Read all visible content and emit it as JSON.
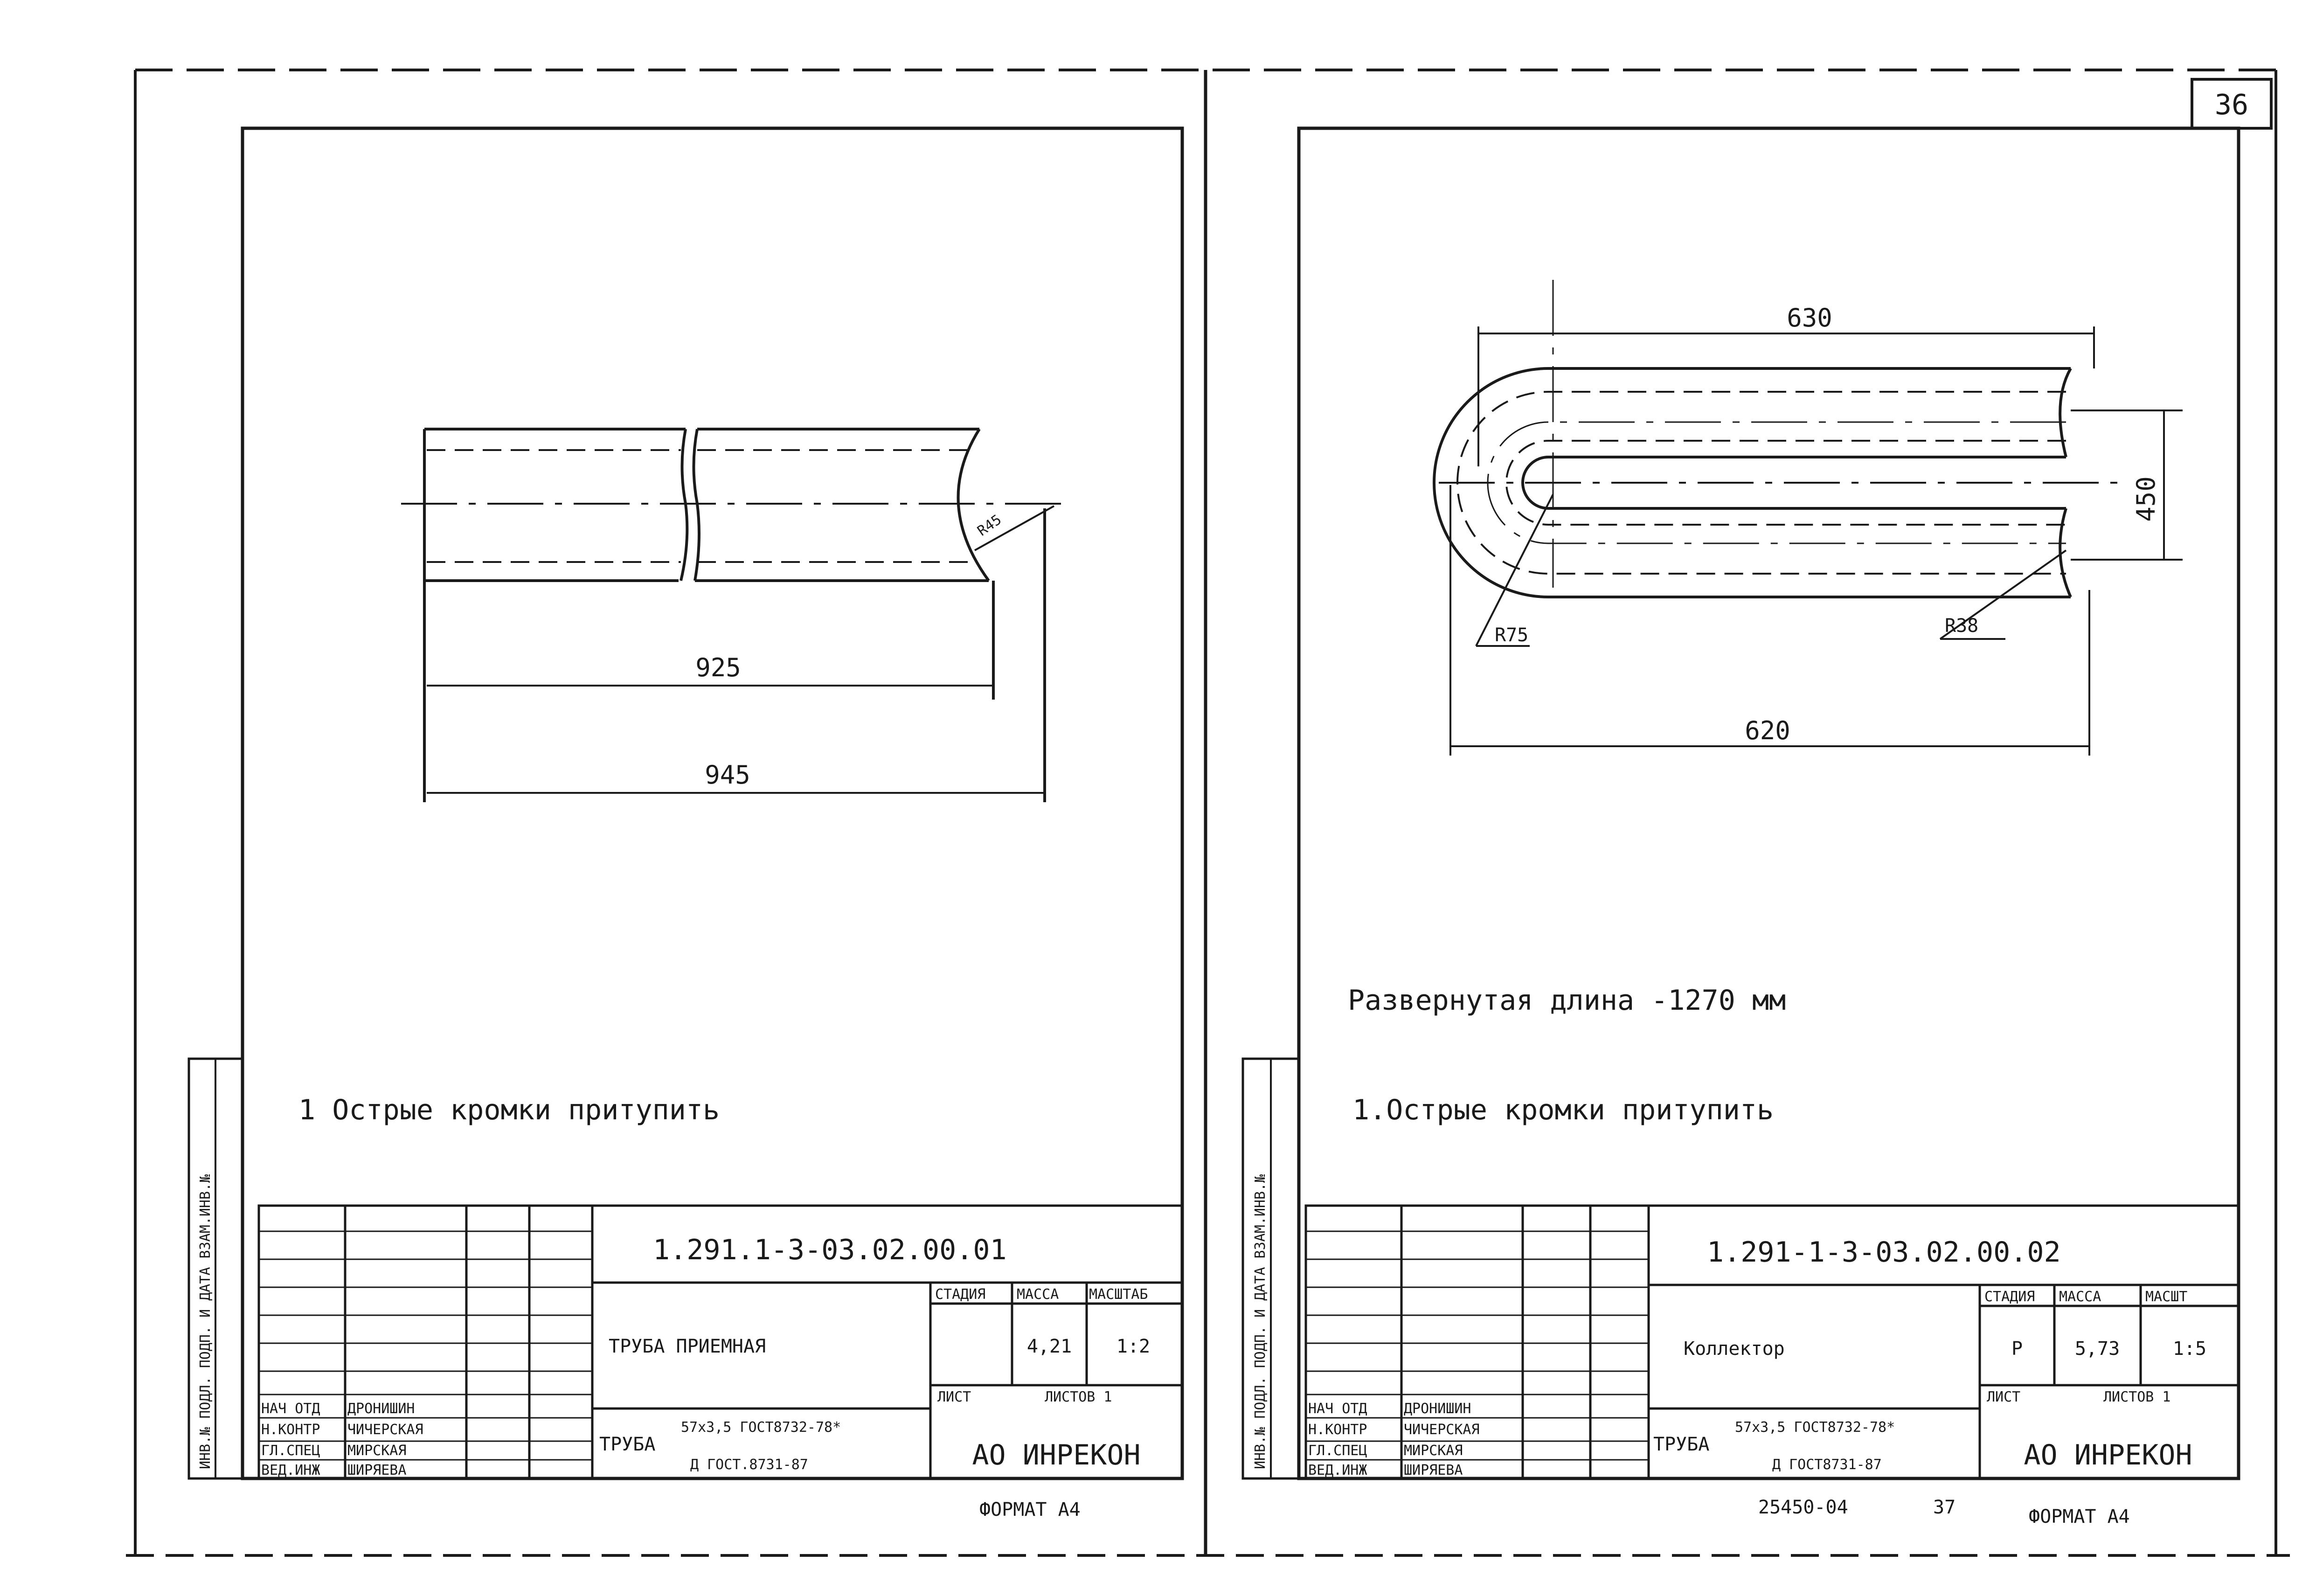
{
  "sheet_number": "36",
  "left_sheet": {
    "dimensions": {
      "d1": "925",
      "d2": "945",
      "radius": "R45"
    },
    "note": "1 Острые кромки притупить",
    "title_block": {
      "designation": "1.291.1-3-03.02.00.01",
      "name": "ТРУБА ПРИЕМНАЯ",
      "stage_header": "СТАДИЯ",
      "mass_header": "МАССА",
      "scale_header": "МАСШТАБ",
      "stage": "",
      "mass": "4,21",
      "scale": "1:2",
      "sheet_label": "ЛИСТ",
      "sheets_label": "ЛИСТОВ 1",
      "material_label": "ТРУБА",
      "material_line1": "57х3,5 ГОСТ8732-78*",
      "material_line2": "Д ГОСТ.8731-87",
      "company": "АО ИНРЕКОН",
      "format": "ФОРМАТ А4",
      "staff": [
        {
          "role": "НАЧ ОТД",
          "name": "ДРОНИШИН"
        },
        {
          "role": "Н.КОНТР",
          "name": "ЧИЧЕРСКАЯ"
        },
        {
          "role": "ГЛ.СПЕЦ",
          "name": "МИРСКАЯ"
        },
        {
          "role": "ВЕД.ИНЖ",
          "name": "ШИРЯЕВА"
        }
      ]
    },
    "side_stamp": "ИНВ.№ ПОДЛ. ПОДП. И ДАТА ВЗАМ.ИНВ.№"
  },
  "right_sheet": {
    "dimensions": {
      "top": "630",
      "height": "450",
      "bottom": "620",
      "r_outer": "R75",
      "r_inner": "R38"
    },
    "developed_length": "Развернутая длина -1270 мм",
    "note": "1.Острые кромки притупить",
    "title_block": {
      "designation": "1.291-1-3-03.02.00.02",
      "name": "Коллектор",
      "stage_header": "СТАДИЯ",
      "mass_header": "МАССА",
      "scale_header": "МАСШТ",
      "stage": "Р",
      "mass": "5,73",
      "scale": "1:5",
      "sheet_label": "ЛИСТ",
      "sheets_label": "ЛИСТОВ 1",
      "material_label": "ТРУБА",
      "material_line1": "57х3,5 ГОСТ8732-78*",
      "material_line2": "Д ГОСТ8731-87",
      "company": "АО ИНРЕКОН",
      "format": "ФОРМАТ А4",
      "staff": [
        {
          "role": "НАЧ ОТД",
          "name": "ДРОНИШИН"
        },
        {
          "role": "Н.КОНТР",
          "name": "ЧИЧЕРСКАЯ"
        },
        {
          "role": "ГЛ.СПЕЦ",
          "name": "МИРСКАЯ"
        },
        {
          "role": "ВЕД.ИНЖ",
          "name": "ШИРЯЕВА"
        }
      ]
    },
    "side_stamp": "ИНВ.№ ПОДЛ. ПОДП. И ДАТА ВЗАМ.ИНВ.№"
  },
  "archive_number": "25450-04",
  "page_number": "37"
}
